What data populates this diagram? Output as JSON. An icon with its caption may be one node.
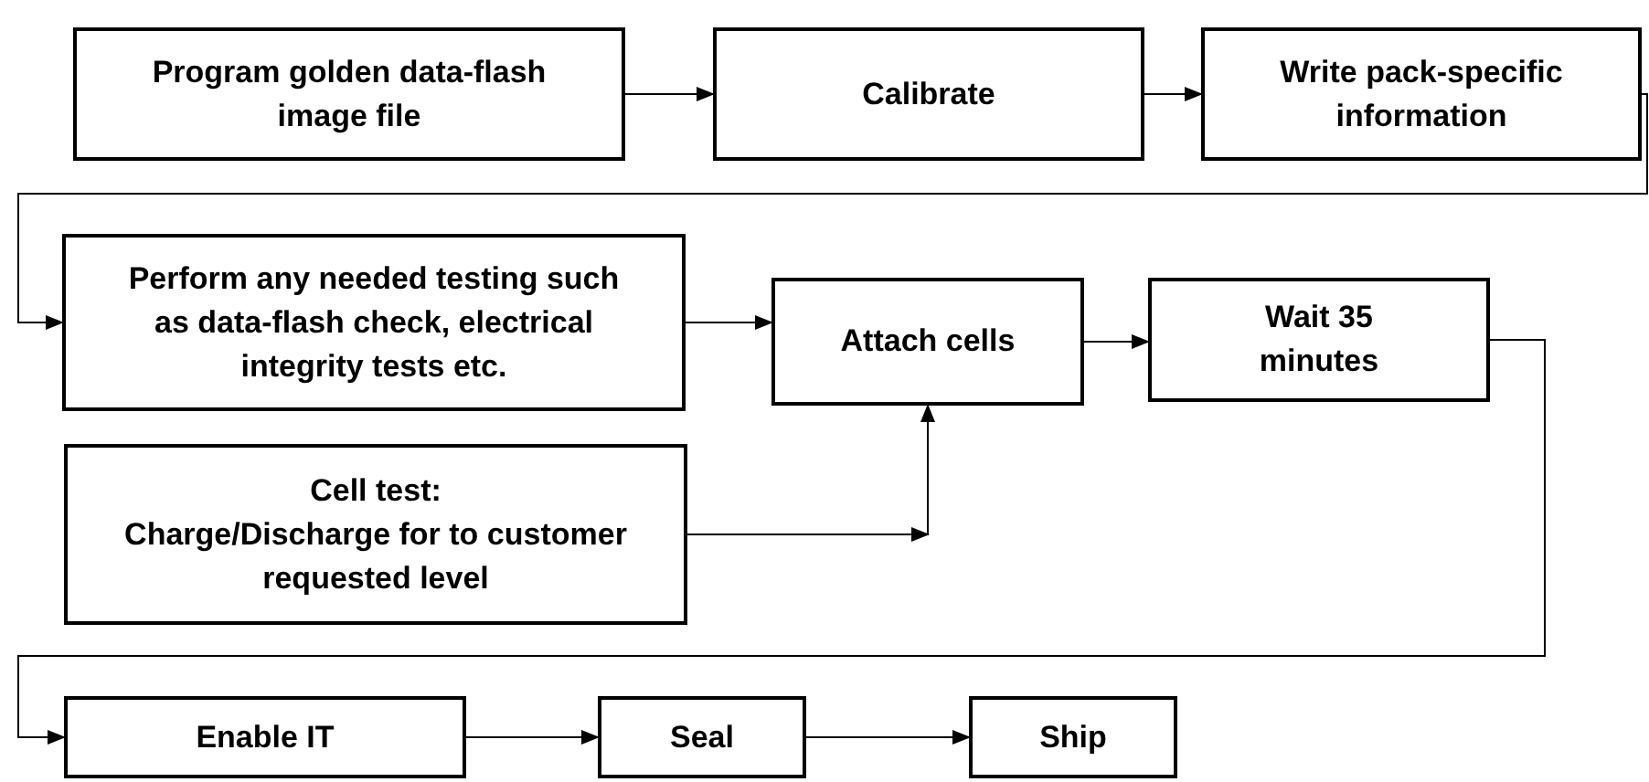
{
  "diagram": {
    "nodes": [
      {
        "text": [
          "Program golden data-flash image file"
        ]
      },
      {
        "text": [
          "Calibrate"
        ]
      },
      {
        "text": [
          "Write pack-specific information"
        ]
      },
      {
        "text": [
          "Perform any needed testing such as data-flash check, electrical integrity tests etc."
        ]
      },
      {
        "text": [
          "Attach cells"
        ]
      },
      {
        "text": [
          "Wait 35 minutes"
        ]
      },
      {
        "text": [
          "Cell test:",
          "Charge/Discharge for to customer requested level"
        ]
      },
      {
        "text": [
          "Enable IT"
        ]
      },
      {
        "text": [
          "Seal"
        ]
      },
      {
        "text": [
          "Ship"
        ]
      }
    ],
    "edges": [
      {
        "from": 0,
        "to": 1,
        "arrow": "to"
      },
      {
        "from": 1,
        "to": 2,
        "arrow": "to"
      },
      {
        "from": 2,
        "to": 3,
        "arrow": "to"
      },
      {
        "from": 3,
        "to": 4,
        "arrow": "to"
      },
      {
        "from": 4,
        "to": 5,
        "arrow": "to"
      },
      {
        "from": 6,
        "to": 4,
        "arrow": "to"
      },
      {
        "from": 5,
        "to": 7,
        "arrow": "to"
      },
      {
        "from": 7,
        "to": 8,
        "arrow": "to"
      },
      {
        "from": 8,
        "to": 9,
        "arrow": "to"
      }
    ]
  }
}
